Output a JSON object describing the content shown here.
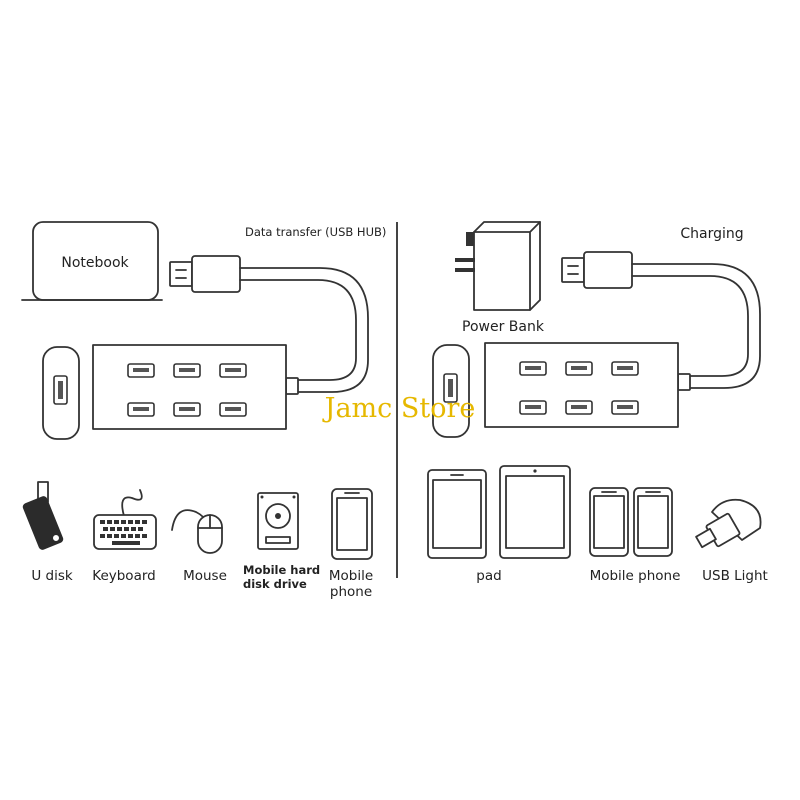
{
  "left": {
    "title": "Data transfer (USB HUB)",
    "source_label": "Notebook",
    "devices": [
      "U disk",
      "Keyboard",
      "Mouse",
      "Mobile hard\ndisk drive",
      "Mobile\nphone"
    ]
  },
  "right": {
    "title": "Charging",
    "source_label": "Power Bank",
    "devices": [
      "pad",
      "Mobile phone",
      "USB Light"
    ]
  },
  "watermark": "Jamc Store",
  "colors": {
    "line": "#333333",
    "watermark": "#e6b800",
    "background": "#ffffff"
  }
}
